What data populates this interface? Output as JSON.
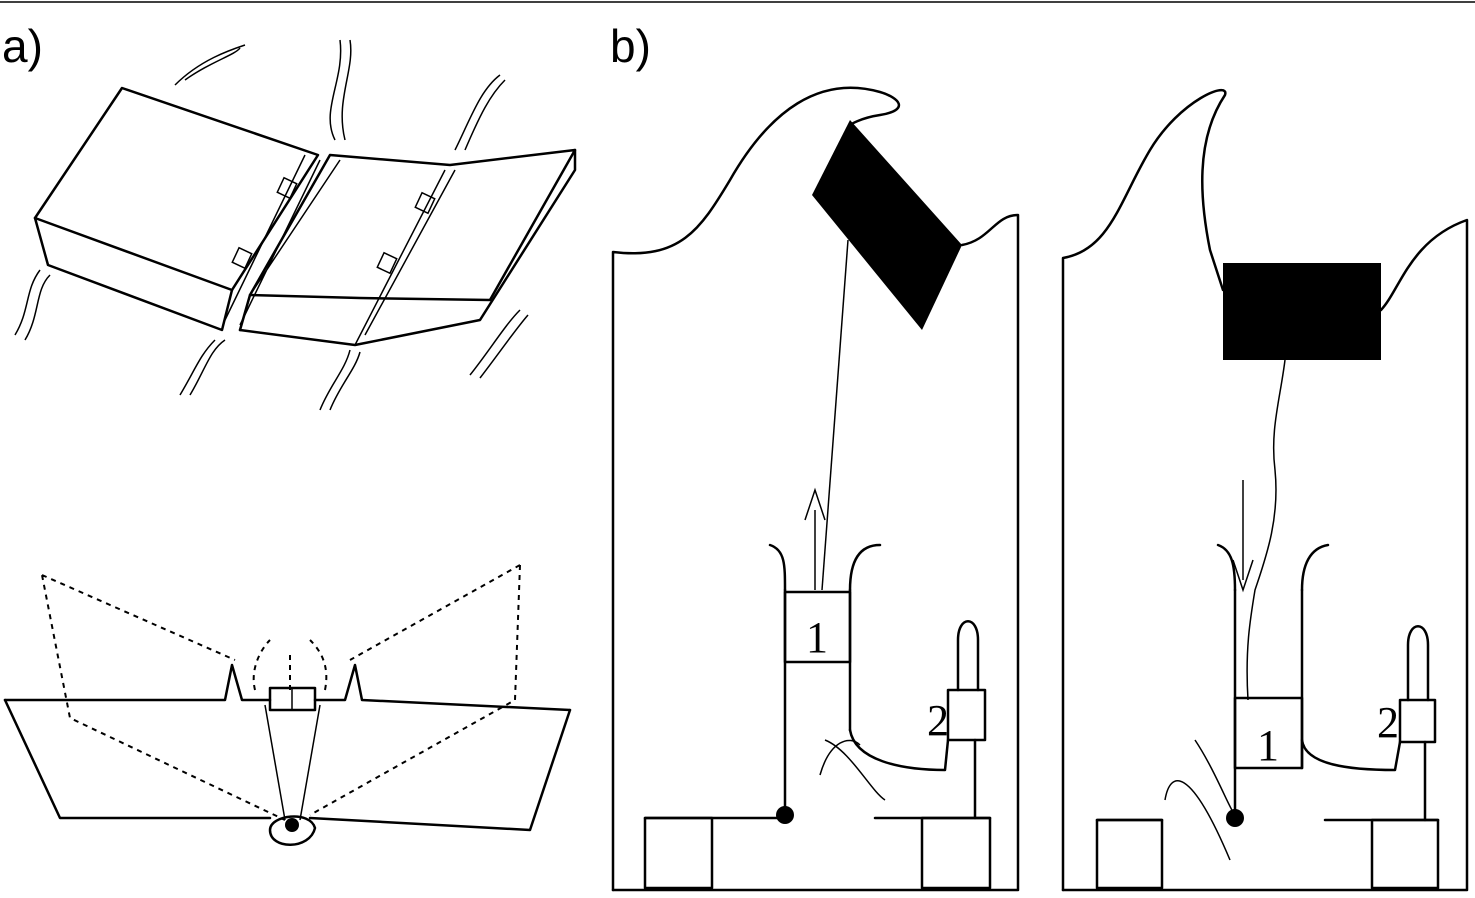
{
  "panels": {
    "a": {
      "label": "a)"
    },
    "b": {
      "label": "b)",
      "left": {
        "part1": "1",
        "part2": "2"
      },
      "right": {
        "part1": "1",
        "part2": "2"
      }
    }
  }
}
